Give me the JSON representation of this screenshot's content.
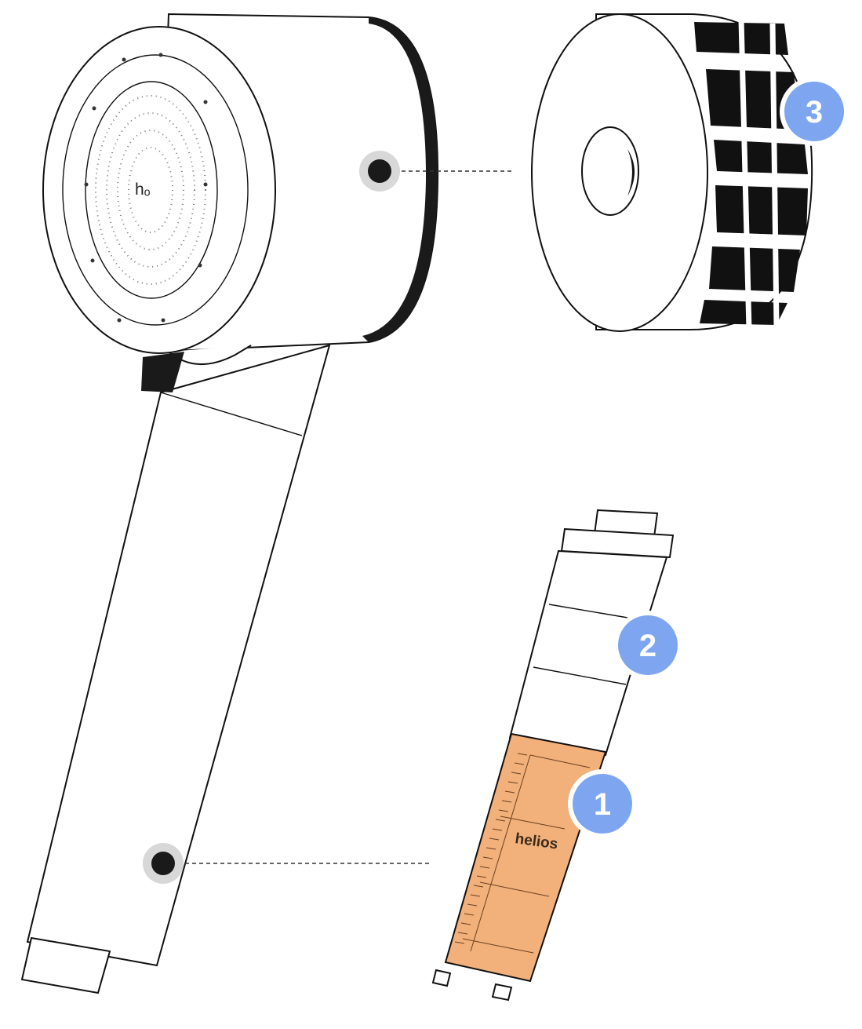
{
  "colors": {
    "badge_fill": "#7ea6f0",
    "badge_ring": "#ffffff",
    "cartridge_fill": "#f2b07a",
    "outline": "#111111"
  },
  "icons": {
    "connector_hole": "connector-dot-icon"
  },
  "showerhead": {
    "face_logo": "hₒ"
  },
  "filter_cartridge": {
    "brand_label": "helios"
  },
  "badges": {
    "one": "1",
    "two": "2",
    "three": "3"
  }
}
